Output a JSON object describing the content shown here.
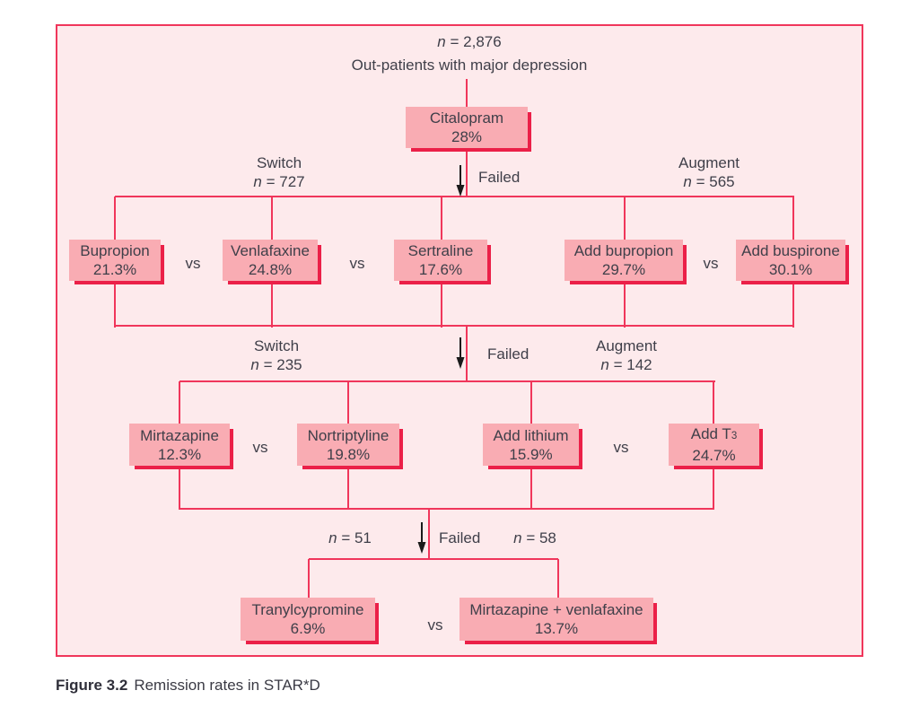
{
  "colors": {
    "panel_bg": "#fdeaec",
    "line_red": "#f0365b",
    "box_fill": "#f9acb3",
    "box_shadow": "#eb2048",
    "ink": "#3f3f49",
    "caption_ink": "#2f2f3a"
  },
  "header": {
    "n_italic": "n",
    "n_text": "= 2,876",
    "subtitle": "Out-patients with major depression"
  },
  "labels": {
    "vs": "vs",
    "failed": "Failed",
    "switch": "Switch",
    "augment": "Augment"
  },
  "branch_counts": {
    "n_italic": "n",
    "l2_switch": "= 727",
    "l2_augment": "= 565",
    "l3_switch": "= 235",
    "l3_augment": "= 142",
    "l4_left": "= 51",
    "l4_right": "= 58"
  },
  "nodes": {
    "citalopram": {
      "name": "Citalopram",
      "rate": "28%"
    },
    "bupropion": {
      "name": "Bupropion",
      "rate": "21.3%"
    },
    "venlafaxine": {
      "name": "Venlafaxine",
      "rate": "24.8%"
    },
    "sertraline": {
      "name": "Sertraline",
      "rate": "17.6%"
    },
    "add_bupropion": {
      "name": "Add bupropion",
      "rate": "29.7%"
    },
    "add_buspirone": {
      "name": "Add buspirone",
      "rate": "30.1%"
    },
    "mirtazapine": {
      "name": "Mirtazapine",
      "rate": "12.3%"
    },
    "nortriptyline": {
      "name": "Nortriptyline",
      "rate": "19.8%"
    },
    "add_lithium": {
      "name": "Add lithium",
      "rate": "15.9%"
    },
    "add_t3": {
      "name": "Add T",
      "name_sub": "3",
      "rate": "24.7%"
    },
    "tranylcypromine": {
      "name": "Tranylcypromine",
      "rate": "6.9%"
    },
    "mirtazapine_venlafaxine": {
      "name": "Mirtazapine + venlafaxine",
      "rate": "13.7%"
    }
  },
  "caption": {
    "label": "Figure 3.2",
    "text": "Remission rates in STAR*D"
  }
}
